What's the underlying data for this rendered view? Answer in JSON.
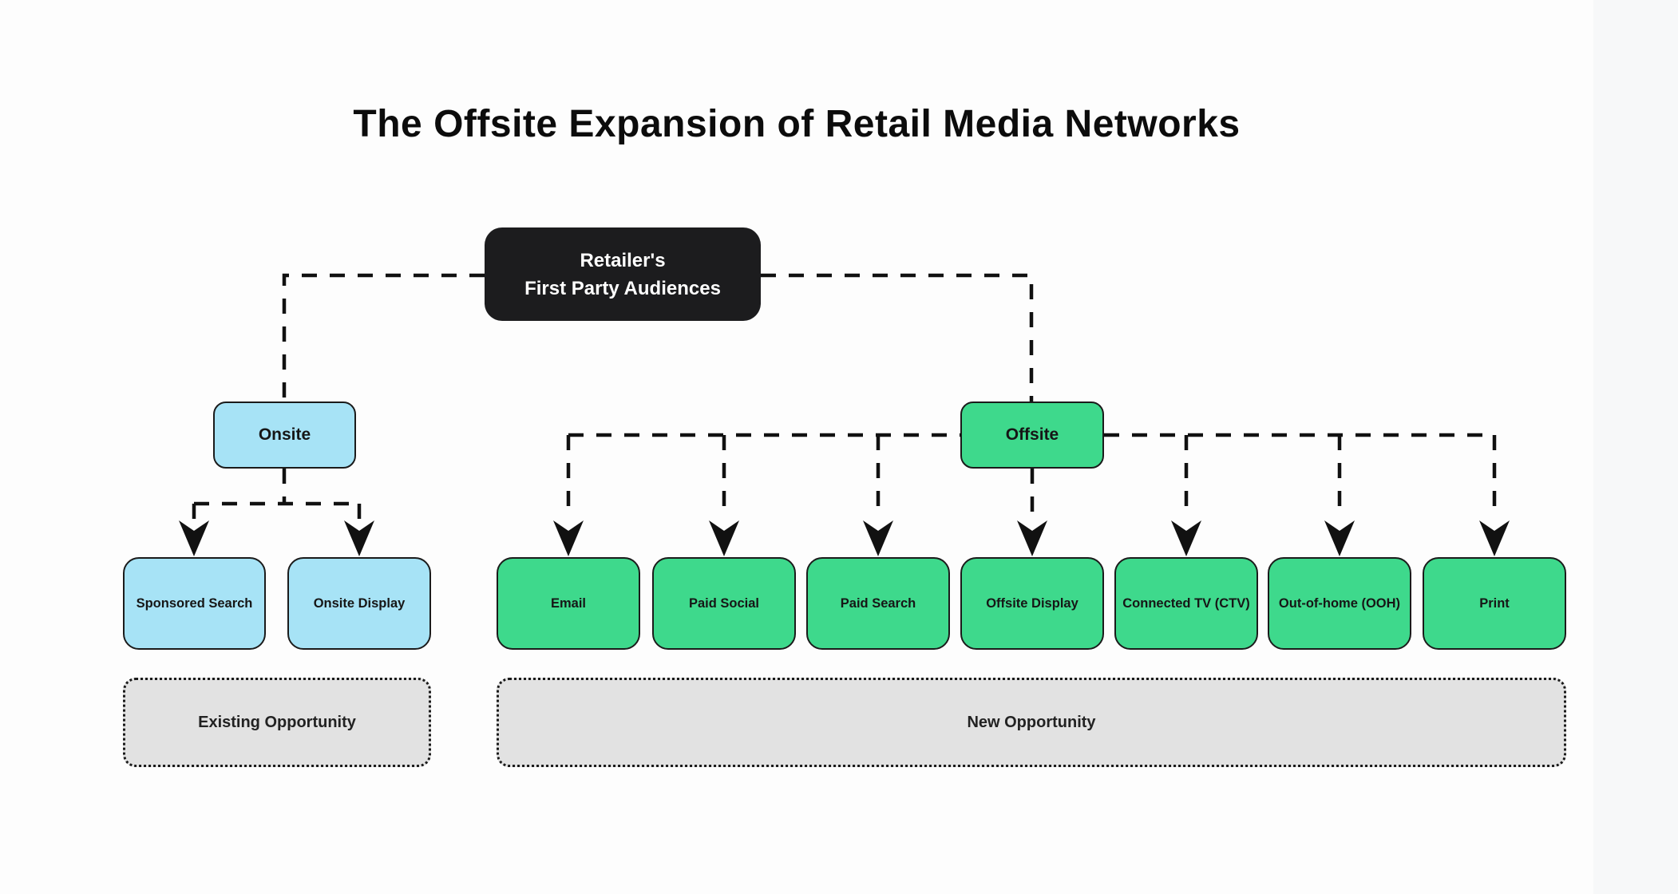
{
  "title": "The Offsite Expansion of Retail Media Networks",
  "root": {
    "line1": "Retailer's",
    "line2": "First Party Audiences"
  },
  "branches": {
    "onsite": {
      "label": "Onsite",
      "children": [
        "Sponsored Search",
        "Onsite Display"
      ]
    },
    "offsite": {
      "label": "Offsite",
      "children": [
        "Email",
        "Paid Social",
        "Paid Search",
        "Offsite Display",
        "Connected TV (CTV)",
        "Out-of-home (OOH)",
        "Print"
      ]
    }
  },
  "groups": {
    "existing": "Existing Opportunity",
    "new": "New Opportunity"
  },
  "colors": {
    "onsite_fill": "#A7E3F6",
    "offsite_fill": "#3ED98C",
    "root_fill": "#1C1C1E",
    "root_text": "#FFFFFF",
    "group_fill": "#E2E2E2",
    "line": "#111111"
  }
}
